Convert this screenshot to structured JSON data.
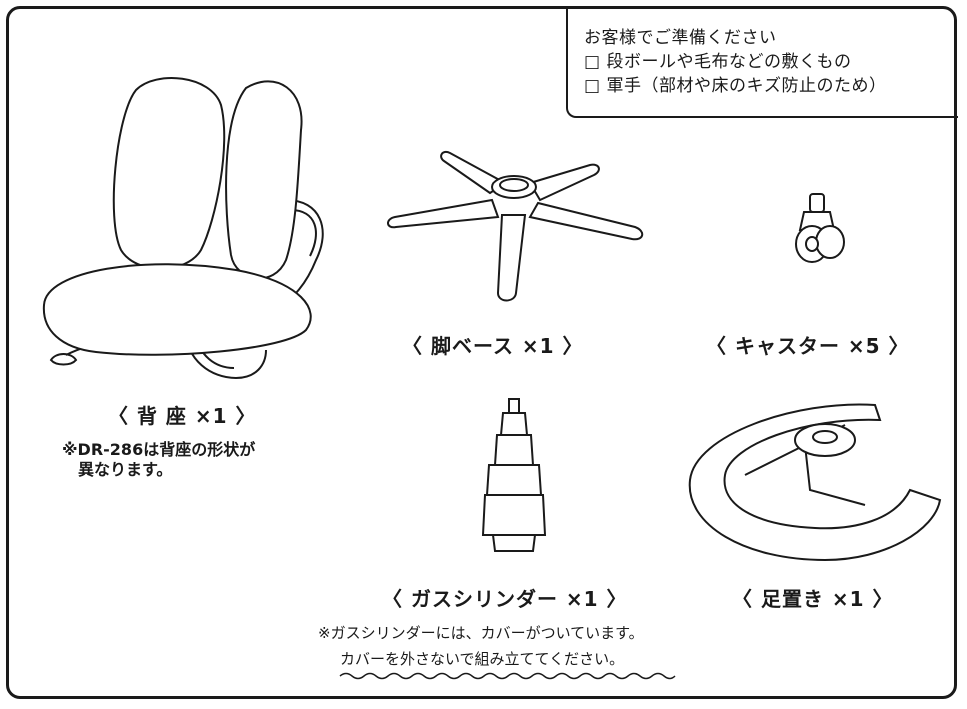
{
  "prep_box": {
    "title": "お客様でご準備ください",
    "items": [
      "□ 段ボールや毛布などの敷くもの",
      "□ 軍手（部材や床のキズ防止のため）"
    ]
  },
  "parts": {
    "seat": {
      "label": "〈 背 座 ×1 〉",
      "note_line1": "※DR-286は背座の形状が",
      "note_line2": "異なります。"
    },
    "base": {
      "label": "〈 脚ベース ×1 〉"
    },
    "caster": {
      "label": "〈 キャスター ×5 〉"
    },
    "gas_cylinder": {
      "label": "〈 ガスシリンダー ×1 〉"
    },
    "footrest": {
      "label": "〈 足置き ×1 〉"
    }
  },
  "cylinder_note": {
    "line1": "※ガスシリンダーには、カバーがついています。",
    "line2": "カバーを外さないで組み立ててください。"
  }
}
